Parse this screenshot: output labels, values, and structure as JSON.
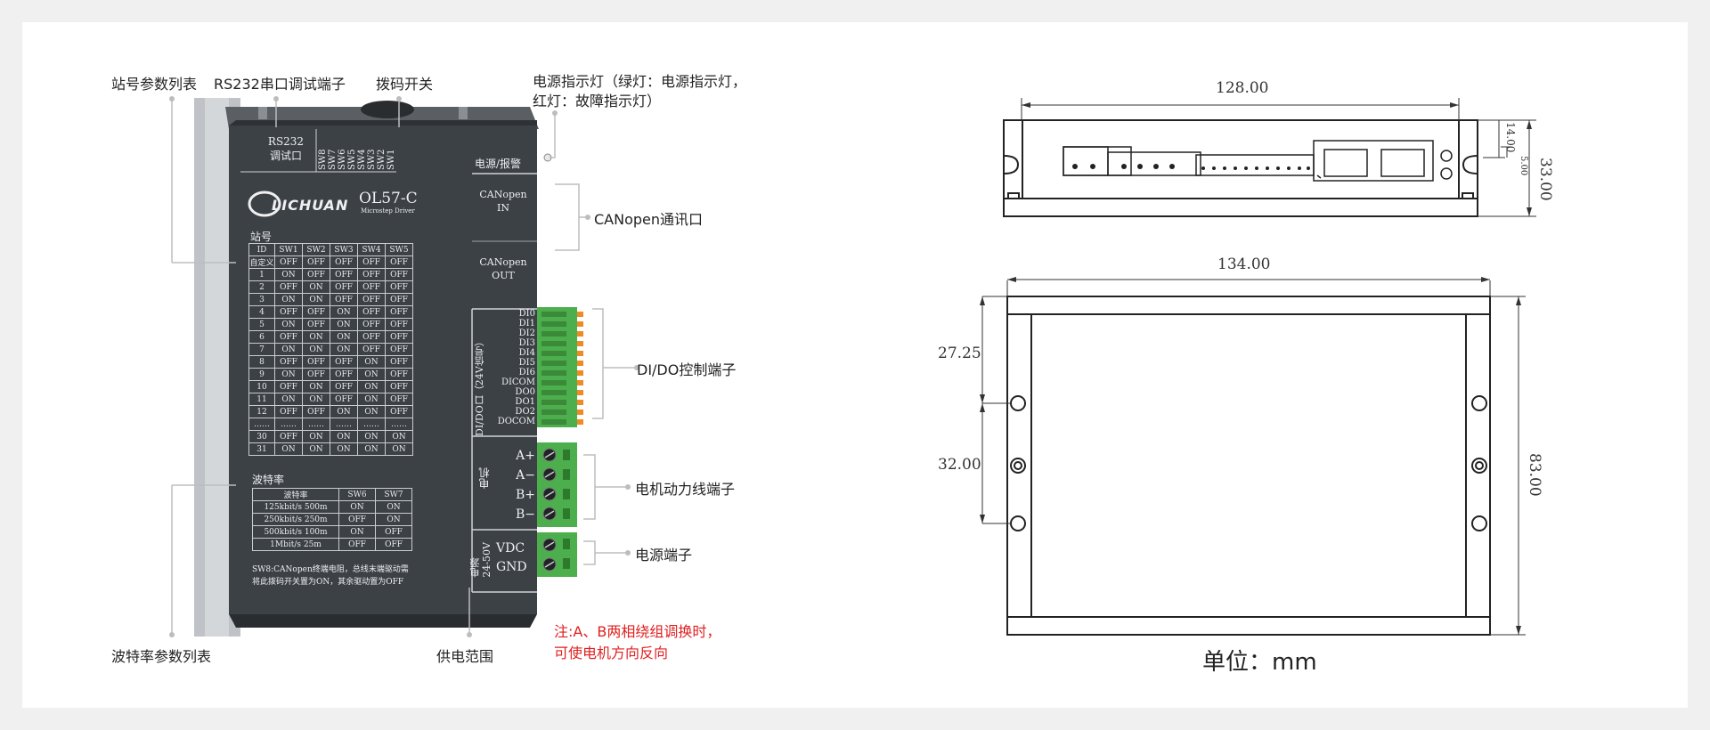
{
  "driver": {
    "brand": "LICHUAN",
    "model": "OL57-C",
    "model_sub": "Microstep Driver",
    "rs232_line1": "RS232",
    "rs232_line2": "调试口",
    "sw_labels": [
      "SW8",
      "SW7",
      "SW6",
      "SW5",
      "SW4",
      "SW3",
      "SW2",
      "SW1"
    ],
    "power_alarm": "电源/报警",
    "canopen_in": [
      "CANopen",
      "IN"
    ],
    "canopen_out": [
      "CANopen",
      "OUT"
    ],
    "station_title": "站号",
    "station_header": [
      "ID",
      "SW1",
      "SW2",
      "SW3",
      "SW4",
      "SW5"
    ],
    "station_rows": [
      [
        "自定义",
        "OFF",
        "OFF",
        "OFF",
        "OFF",
        "OFF"
      ],
      [
        "1",
        "ON",
        "OFF",
        "OFF",
        "OFF",
        "OFF"
      ],
      [
        "2",
        "OFF",
        "ON",
        "OFF",
        "OFF",
        "OFF"
      ],
      [
        "3",
        "ON",
        "ON",
        "OFF",
        "OFF",
        "OFF"
      ],
      [
        "4",
        "OFF",
        "OFF",
        "ON",
        "OFF",
        "OFF"
      ],
      [
        "5",
        "ON",
        "OFF",
        "ON",
        "OFF",
        "OFF"
      ],
      [
        "6",
        "OFF",
        "ON",
        "ON",
        "OFF",
        "OFF"
      ],
      [
        "7",
        "ON",
        "ON",
        "ON",
        "OFF",
        "OFF"
      ],
      [
        "8",
        "OFF",
        "OFF",
        "OFF",
        "ON",
        "OFF"
      ],
      [
        "9",
        "ON",
        "OFF",
        "OFF",
        "ON",
        "OFF"
      ],
      [
        "10",
        "OFF",
        "ON",
        "OFF",
        "ON",
        "OFF"
      ],
      [
        "11",
        "ON",
        "ON",
        "OFF",
        "ON",
        "OFF"
      ],
      [
        "12",
        "OFF",
        "OFF",
        "ON",
        "ON",
        "OFF"
      ],
      [
        "……",
        "……",
        "……",
        "……",
        "……",
        "……"
      ],
      [
        "30",
        "OFF",
        "ON",
        "ON",
        "ON",
        "ON"
      ],
      [
        "31",
        "ON",
        "ON",
        "ON",
        "ON",
        "ON"
      ]
    ],
    "baud_title": "波特率",
    "baud_header": [
      "波特率",
      "SW6",
      "SW7"
    ],
    "baud_rows": [
      [
        "125kbit/s 500m",
        "ON",
        "ON"
      ],
      [
        "250kbit/s 250m",
        "OFF",
        "ON"
      ],
      [
        "500kbit/s 100m",
        "ON",
        "OFF"
      ],
      [
        "1Mbit/s 25m",
        "OFF",
        "OFF"
      ]
    ],
    "sw8_note": [
      "SW8:CANopen终端电阻，总线末端驱动需",
      "将此拨码开关置为ON，其余驱动置为OFF"
    ],
    "dio_label": "DI/DO口（24V信号）",
    "dio_pins": [
      "DI0",
      "DI1",
      "DI2",
      "DI3",
      "DI4",
      "DI5",
      "DI6",
      "DICOM",
      "DO0",
      "DO1",
      "DO2",
      "DOCOM"
    ],
    "motor_label": "电机",
    "motor_pins": [
      "A+",
      "A−",
      "B+",
      "B−"
    ],
    "power_label": [
      "电源",
      "24-50V"
    ],
    "power_pins": [
      "VDC",
      "GND"
    ]
  },
  "callouts": {
    "station_list": "站号参数列表",
    "rs232_port": "RS232串口调试端子",
    "dip_switch": "拨码开关",
    "power_led": [
      "电源指示灯（绿灯：电源指示灯，",
      "红灯：故障指示灯）"
    ],
    "canopen_port": "CANopen通讯口",
    "dio_terminal": "DI/DO控制端子",
    "motor_terminal": "电机动力线端子",
    "power_terminal": "电源端子",
    "baud_list": "波特率参数列表",
    "supply_range": "供电范围",
    "note": [
      "注:A、B两相绕组调换时，",
      "可使电机方向反向"
    ]
  },
  "drawing": {
    "dim_top_width": "128.00",
    "dim_mid_width": "134.00",
    "dim_small_1": "14.00",
    "dim_small_2": "5.00",
    "dim_height_top": "33.00",
    "dim_left_1": "27.25",
    "dim_left_2": "32.00",
    "dim_height_right": "83.00",
    "unit": "单位：mm"
  },
  "colors": {
    "panel": "#3c4146",
    "terminal_green": "#4cae4c",
    "terminal_orange": "#f08a24",
    "note_red": "#e02020"
  }
}
